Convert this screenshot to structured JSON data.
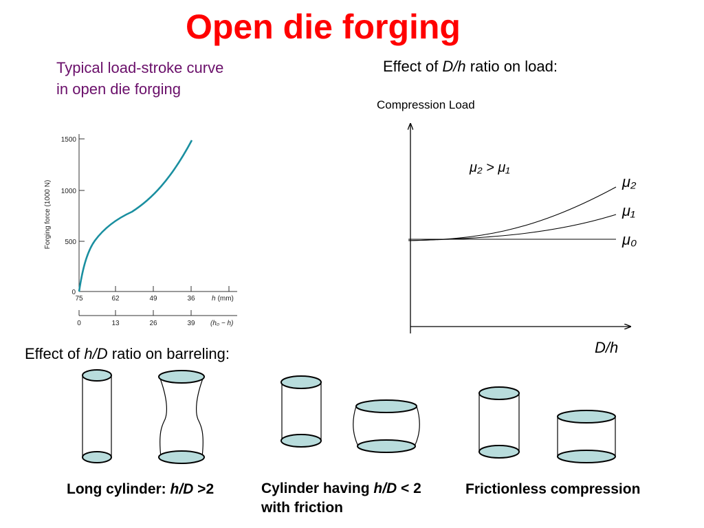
{
  "slide": {
    "title": "Open die forging"
  },
  "load_stroke": {
    "caption_lines": [
      "Typical load-stroke curve",
      "in open die forging"
    ],
    "ylabel": "Forging force (1000 N)",
    "y_ticks": [
      "0",
      "500",
      "1000",
      "1500"
    ],
    "h_ticks": [
      "75",
      "62",
      "49",
      "36"
    ],
    "h_label_var": "h",
    "h_label_unit": "(mm)",
    "dh_ticks": [
      "0",
      "13",
      "26",
      "39"
    ],
    "dh_label": "(h₀ − h)",
    "curve_color": "#1a8fa0"
  },
  "dh_effect": {
    "heading_pre": "Effect of ",
    "heading_var": "D/h",
    "heading_post": " ratio on load:",
    "ylabel": "Compression Load",
    "xlabel": "D/h",
    "relation": "μ₂ > μ₁",
    "curve_labels": [
      "μ₂",
      "μ₁",
      "μ₀"
    ]
  },
  "hd_effect": {
    "heading_pre": "Effect of ",
    "heading_var": "h/D",
    "heading_post": " ratio on barreling:",
    "captions": {
      "long": {
        "pre": "Long cylinder: ",
        "var": "h/D",
        "post": " >2"
      },
      "friction": {
        "line1_pre": "Cylinder having ",
        "line1_var": "h/D",
        "line1_post": " < 2",
        "line2": "with friction"
      },
      "frictionless": "Frictionless compression"
    },
    "ellipse_fill": "#b8dcdc"
  }
}
